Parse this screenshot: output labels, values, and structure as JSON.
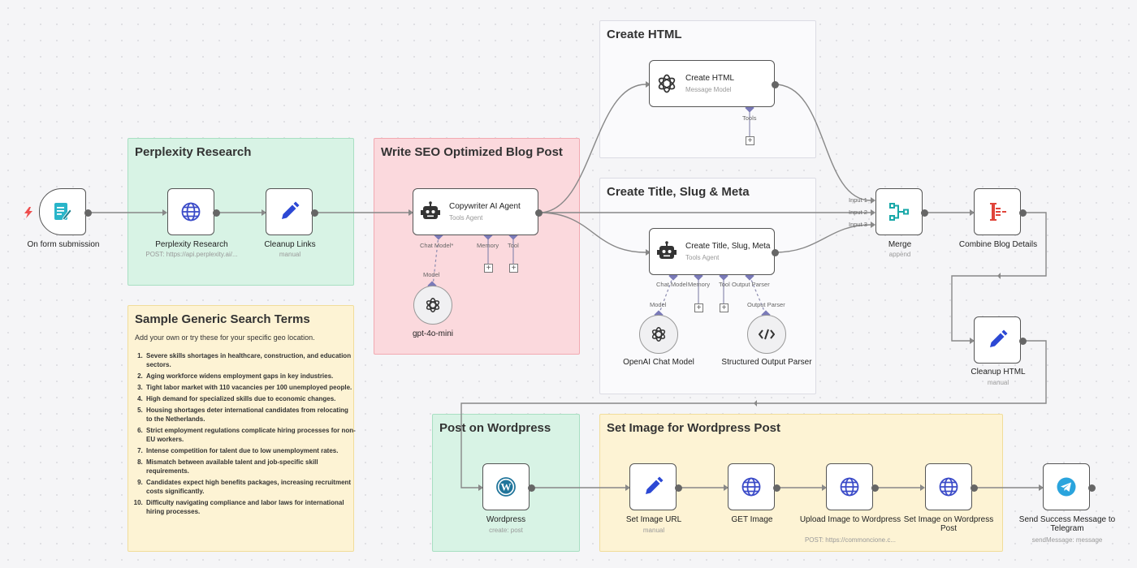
{
  "colors": {
    "green": "#d8f3e5",
    "red": "#fbd9dd",
    "yellow": "#fdf3d4",
    "openai": "#333333",
    "perplexity": "#3b4bc8",
    "pen": "#2c48d4",
    "merge": "#19a8a8",
    "combine": "#e0443a"
  },
  "stickies": {
    "perplexity": "Perplexity Research",
    "seo": "Write SEO Optimized Blog Post",
    "html": "Create HTML",
    "meta": "Create Title, Slug & Meta",
    "terms": {
      "title": "Sample Generic Search Terms",
      "subtitle": "Add your own or try these for your specific geo location.",
      "items": [
        "Severe skills shortages in healthcare, construction, and education sectors.",
        "Aging workforce widens employment gaps in key industries.",
        "Tight labor market with 110 vacancies per 100 unemployed people.",
        "High demand for specialized skills due to economic changes.",
        "Housing shortages deter international candidates from relocating to the Netherlands.",
        "Strict employment regulations complicate hiring processes for non-EU workers.",
        "Intense competition for talent due to low unemployment rates.",
        "Mismatch between available talent and job-specific skill requirements.",
        "Candidates expect high benefits packages, increasing recruitment costs significantly.",
        "Difficulty navigating compliance and labor laws for international hiring processes."
      ]
    },
    "wordpress": "Post on Wordpress",
    "image": "Set Image for Wordpress Post"
  },
  "nodes": {
    "form": {
      "label": "On form submission",
      "icon": "form-icon"
    },
    "perplexity": {
      "label": "Perplexity Research",
      "sub": "POST: https://api.perplexity.ai/...",
      "icon": "globe-icon"
    },
    "cleanup_links": {
      "label": "Cleanup Links",
      "sub": "manual",
      "icon": "pen-icon"
    },
    "copywriter": {
      "title": "Copywriter AI Agent",
      "sub": "Tools Agent",
      "icon": "robot-icon",
      "ports": {
        "chat_model": "Chat Model*",
        "memory": "Memory",
        "tool": "Tool"
      }
    },
    "gpt": {
      "label": "gpt-4o-mini",
      "port": "Model",
      "icon": "openai-icon"
    },
    "create_html": {
      "title": "Create HTML",
      "sub": "Message Model",
      "icon": "openai-icon",
      "port": "Tools"
    },
    "create_meta": {
      "title": "Create Title, Slug, Meta",
      "sub": "Tools Agent",
      "icon": "robot-icon",
      "ports": {
        "chat_model": "Chat Model",
        "memory": "Memory",
        "tool": "Tool",
        "parser": "Output Parser"
      }
    },
    "openai_chat": {
      "label": "OpenAI Chat Model",
      "port": "Model",
      "icon": "openai-icon"
    },
    "parser": {
      "label": "Structured Output Parser",
      "port": "Output Parser",
      "icon": "code-icon"
    },
    "merge": {
      "label": "Merge",
      "sub": "append",
      "inputs": [
        "Input 1",
        "Input 2",
        "Input 3"
      ],
      "icon": "merge-icon"
    },
    "combine": {
      "label": "Combine Blog Details",
      "icon": "combine-icon"
    },
    "cleanup_html": {
      "label": "Cleanup HTML",
      "sub": "manual",
      "icon": "pen-icon"
    },
    "wordpress": {
      "label": "Wordpress",
      "sub": "create: post",
      "icon": "wordpress-icon"
    },
    "set_image_url": {
      "label": "Set Image URL",
      "sub": "manual",
      "icon": "pen-icon"
    },
    "get_image": {
      "label": "GET Image",
      "icon": "globe-icon"
    },
    "upload_image": {
      "label": "Upload Image to Wordpress",
      "sub": "POST: https://commoncione.c...",
      "icon": "globe-icon"
    },
    "set_image_wp": {
      "label": "Set Image on Wordpress Post",
      "icon": "globe-icon"
    },
    "telegram": {
      "label": "Send Success Message to Telegram",
      "sub": "sendMessage: message",
      "icon": "telegram-icon"
    }
  }
}
